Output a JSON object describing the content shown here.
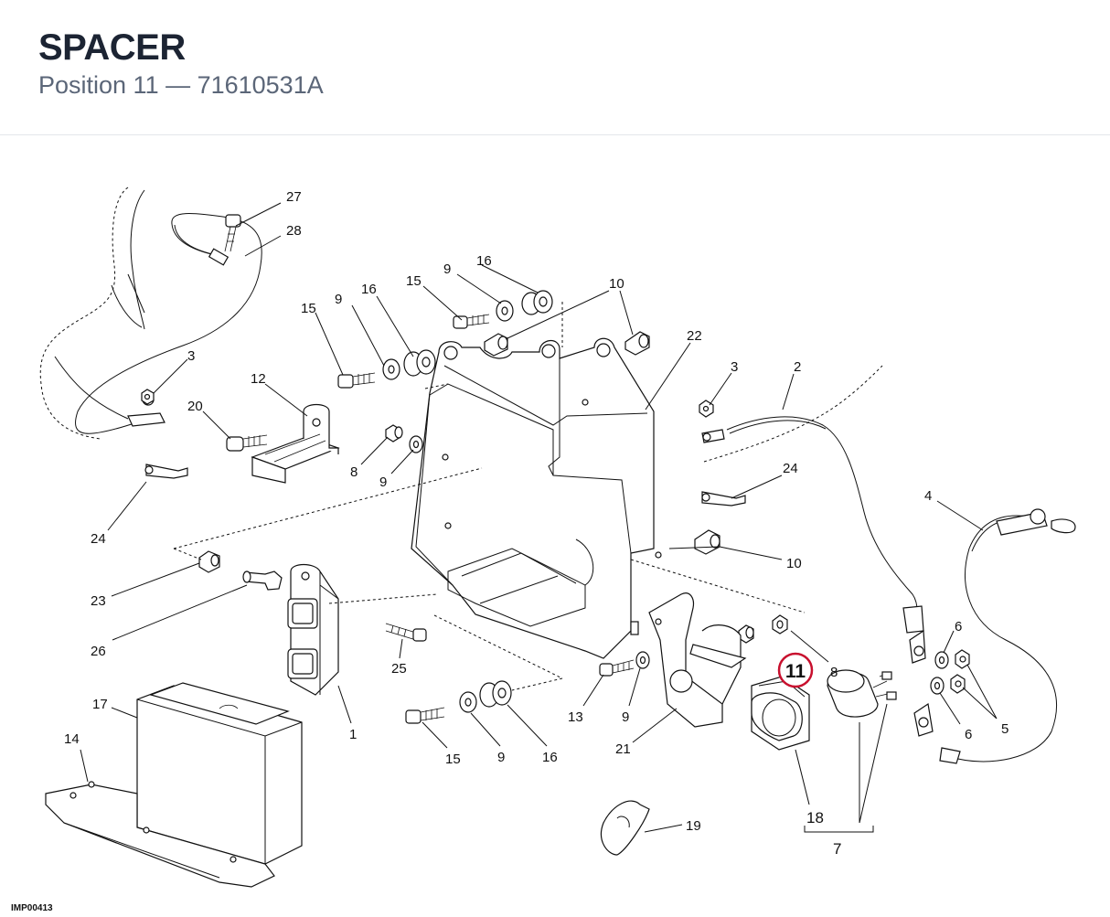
{
  "header": {
    "title": "SPACER",
    "subtitle": "Position 11 — 71610531A"
  },
  "diagram": {
    "highlight_color": "#c8102e",
    "highlighted_callout": "11",
    "callouts": [
      "27",
      "28",
      "16",
      "9",
      "15",
      "10",
      "15",
      "9",
      "16",
      "22",
      "3",
      "2",
      "12",
      "20",
      "3",
      "8",
      "9",
      "24",
      "24",
      "4",
      "23",
      "10",
      "6",
      "26",
      "25",
      "11",
      "8",
      "5",
      "1",
      "17",
      "13",
      "9",
      "6",
      "14",
      "15",
      "9",
      "16",
      "21",
      "18",
      "19",
      "7"
    ],
    "drawing_code": "IMP00413"
  }
}
